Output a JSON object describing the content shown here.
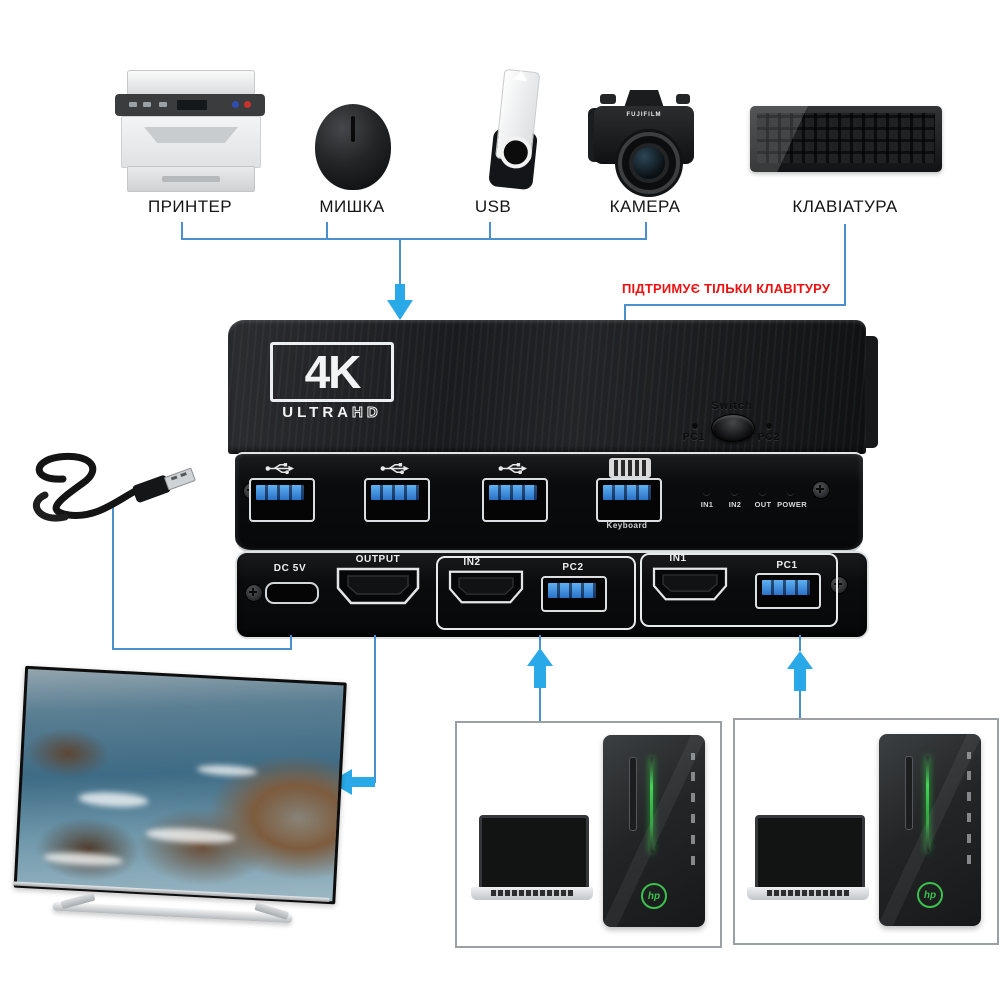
{
  "devices_row": {
    "printer": "ПРИНТЕР",
    "mouse": "МИШКА",
    "usb": "USB",
    "camera": "КАМЕРА",
    "keyboard": "КЛАВІАТУРА"
  },
  "note": "ПІДТРИМУЄ ТІЛЬКИ КЛАВІТУРУ",
  "camera_brand": "FUJIFILM",
  "kvm": {
    "logo_4k": "4K",
    "logo_ultra": "ULTRA",
    "logo_hd": "HD",
    "switch_label": "Switch",
    "switch_pc1": "PC1",
    "switch_pc2": "PC2",
    "keyboard_port_label": "Keyboard",
    "leds": [
      "IN1",
      "IN2",
      "OUT",
      "POWER"
    ],
    "rear": {
      "dc": "DC 5V",
      "output": "OUTPUT",
      "in2": "IN2",
      "pc2": "PC2",
      "in1": "IN1",
      "pc1": "PC1"
    }
  },
  "pc": {
    "brand": "hp"
  },
  "colors": {
    "line": "#4a90cf",
    "arrow": "#2aa9e9",
    "note_red": "#ee1111",
    "usb_blue": "#2f7fd8",
    "hp_green": "#3bc24a"
  }
}
